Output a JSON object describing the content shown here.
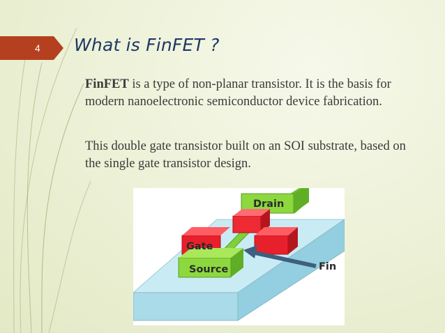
{
  "slide": {
    "number": "4",
    "title": "What is FinFET ?"
  },
  "content": {
    "p1_bold": "FinFET",
    "p1_rest": " is a type of non-planar transistor. It is the basis for modern nanoelectronic semiconductor device fabrication.",
    "p2": "This double gate transistor built on an SOI substrate, based on the single gate transistor design."
  },
  "figure": {
    "labels": {
      "drain": "Drain",
      "gate": "Gate",
      "source": "Source",
      "fin": "Fin"
    },
    "colors": {
      "substrate": "#bfe6f0",
      "green": "#7fd13b",
      "red": "#e8202c",
      "arrow": "#3f5f7f"
    }
  }
}
